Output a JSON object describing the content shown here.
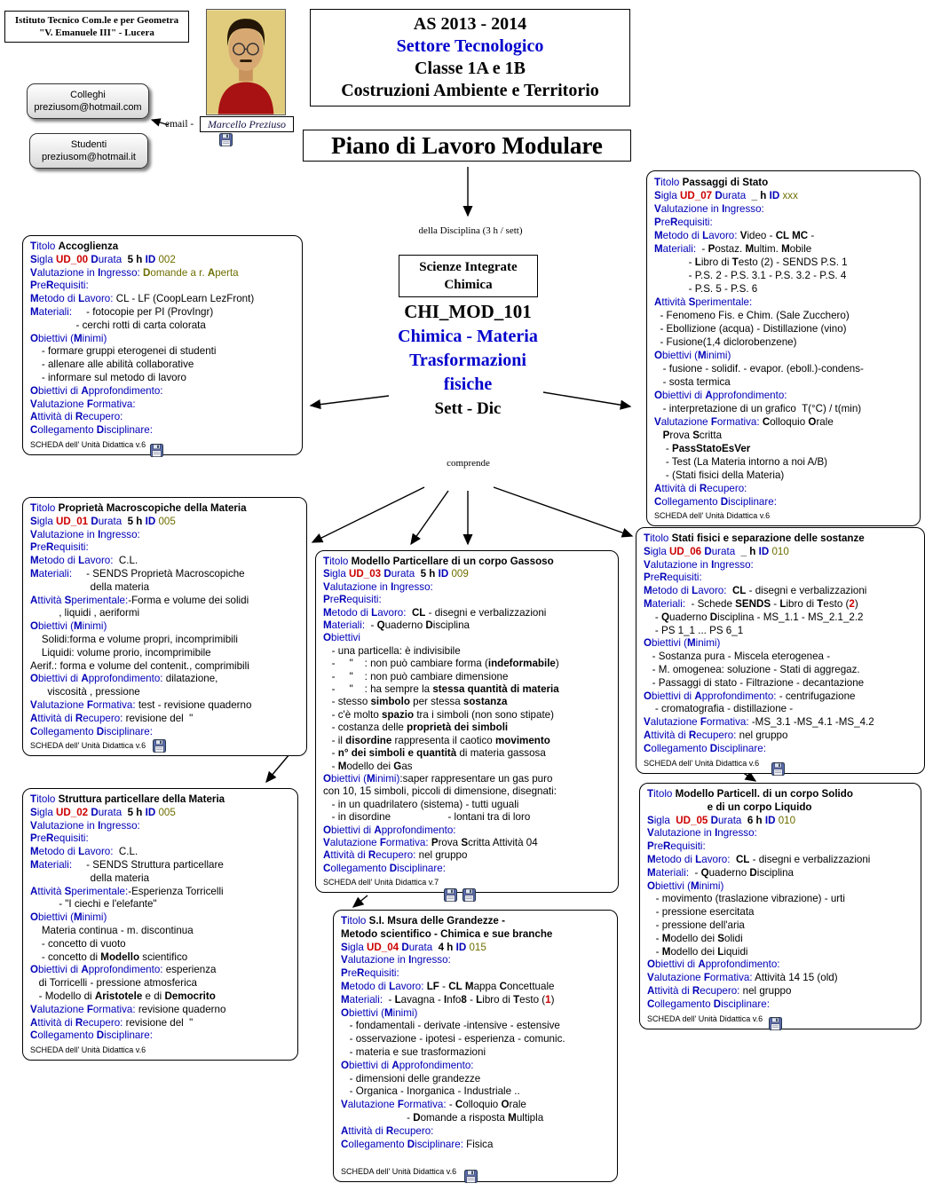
{
  "page": {
    "institute": {
      "line1": "Istituto Tecnico Com.le e per Geometra",
      "line2": "\"V. Emanuele III\" - Lucera"
    },
    "year_box": {
      "line1": "AS 2013 - 2014",
      "line2": "Settore Tecnologico",
      "line3": "Classe 1A e 1B",
      "line4": "Costruzioni Ambiente e Territorio"
    },
    "main_title": "Piano di Lavoro Modulare",
    "contacts": [
      {
        "label": "Colleghi",
        "email": "preziusom@hotmail.com"
      },
      {
        "label": "Studenti",
        "email": "preziusom@hotmail.it"
      }
    ],
    "email_label": "email -",
    "author": "Marcello Preziuso",
    "discipline_note": "della Disciplina (3 h / sett)",
    "subject_box": {
      "line1": "Scienze Integrate",
      "line2": "Chimica"
    },
    "module": {
      "code": "CHI_MOD_101",
      "line1": "Chimica - Materia",
      "line2": "Trasformazioni",
      "line3": "fisiche",
      "period": "Sett - Dic"
    },
    "comprende_label": "comprende"
  },
  "colors": {
    "accent_blue": "#0000cc",
    "keyword_blue": "#0000b8",
    "ud_red": "#cc0000",
    "id_olive": "#6e6e00"
  },
  "boxes": [
    {
      "key": "UD_00",
      "lines": [
        "[[k|Titolo]] [[b|Accoglienza]]",
        "[[k|Sigla]] [[r|UD_00]] [[k|Durata]]  [[b|5 h]] [[k|ID]] [[o|002]]",
        "[[k|Valutazione in Ingresso:]] [[o|Domande a r. Aperta]]",
        "[[k|PreRequisiti:]]",
        "[[k|Metodo di Lavoro:]] CL - LF (CoopLearn LezFront)",
        "[[k|Materiali:]]     - fotocopie per PI (ProvIngr)",
        "                - cerchi rotti di carta colorata",
        "[[k|Obiettivi (Minimi)]]",
        "    - formare gruppi eterogenei di studenti",
        "    - allenare alle abilità collaborative",
        "    - informare sul metodo di lavoro",
        "[[k|Obiettivi di Approfondimento:]]",
        "[[k|Valutazione Formativa:]]",
        "[[k|Attività di Recupero:]]",
        "[[k|Collegamento Disciplinare:]]"
      ],
      "footer": "SCHEDA dell' Unità Didattica v.6"
    },
    {
      "key": "UD_01",
      "lines": [
        "[[k|Titolo]] [[b|Proprietà Macroscopiche della Materia]]",
        "[[k|Sigla]] [[r|UD_01]] [[k|Durata]]  [[b|5 h]] [[k|ID]] [[o|005]]",
        "[[k|Valutazione in Ingresso:]]",
        "[[k|PreRequisiti:]]",
        "[[k|Metodo di Lavoro:]]  C.L.",
        "[[k|Materiali:]]     - SENDS Proprietà Macroscopiche",
        "                     della materia",
        "[[k|Attività Sperimentale:]]-Forma e volume dei solidi",
        "          , liquidi , aeriformi",
        "[[k|Obiettivi (Minimi)]]",
        "    Solidi:forma e volume propri, incomprimibili",
        "    Liquidi: volume prorio, incomprimibile",
        "Aerif.: forma e volume del contenit., comprimibili",
        "[[k|Obiettivi di Approfondimento:]] dilatazione,",
        "      viscosità , pressione",
        "[[k|Valutazione Formativa:]] test - revisione quaderno",
        "[[k|Attività di Recupero:]] revisione del  \"",
        "[[k|Collegamento Disciplinare:]]"
      ],
      "footer": "SCHEDA dell' Unità Didattica v.6"
    },
    {
      "key": "UD_02",
      "lines": [
        "[[k|Titolo]] [[b|Struttura particellare della Materia]]",
        "[[k|Sigla]] [[r|UD_02]] [[k|Durata]]  [[b|5 h]] [[k|ID]] [[o|005]]",
        "[[k|Valutazione in Ingresso:]]",
        "[[k|PreRequisiti:]]",
        "[[k|Metodo di Lavoro:]]  C.L.",
        "[[k|Materiali:]]     - SENDS Struttura particellare",
        "                     della materia",
        "[[k|Attività Sperimentale:]]-Esperienza Torricelli",
        "          - \"I ciechi e l'elefante\"",
        "[[k|Obiettivi (Minimi)]]",
        "    Materia continua - m. discontinua",
        "    - concetto di vuoto",
        "    - concetto di [[b|Modello]] scientifico",
        "[[k|Obiettivi di Approfondimento:]] esperienza",
        "   di Torricelli - pressione atmosferica",
        "   - Modello di [[b|Aristotele]] e di [[b|Democrito]]",
        "[[k|Valutazione Formativa:]] revisione quaderno",
        "[[k|Attività di Recupero:]] revisione del  \"",
        "[[k|Collegamento Disciplinare:]]"
      ],
      "footer": "SCHEDA dell' Unità Didattica v.6"
    },
    {
      "key": "UD_03",
      "lines": [
        "[[k|Titolo]] [[b|Modello Particellare di un corpo Gassoso]]",
        "[[k|Sigla]] [[r|UD_03]] [[k|Durata]]  [[b|5 h]] [[k|ID]] [[o|009]]",
        "[[k|Valutazione in Ingresso:]]",
        "[[k|PreRequisiti:]]",
        "[[k|Metodo di Lavoro:]]  [[b|CL]] - disegni e verbalizzazioni",
        "[[k|Materiali:]]  - [[c|Quaderno Disciplina]]",
        "[[k|Obiettivi]]",
        "   - una particella: è indivisibile",
        "   -     \"    : non può cambiare forma ([[b|indeformabile]])",
        "   -     \"    : non può cambiare dimensione",
        "   -     \"    : ha sempre la [[b|stessa quantità di materia]]",
        "   - stesso [[b|simbolo]] per stessa [[b|sostanza]]",
        "   - c'è molto [[b|spazio]] tra i simboli (non sono stipate)",
        "   - costanza delle [[b|proprietà dei simboli]]",
        "   - il [[b|disordine]] rappresenta il caotico [[b|movimento]]",
        "   - [[b|n° dei simboli e quantità]] di materia gassosa",
        "   - [[c|Modello dei Gas]]",
        "[[k|Obiettivi (Minimi)]]:saper rappresentare un gas puro",
        "con 10, 15 simboli, piccoli di dimensione, disegnati:",
        "   - in un quadrilatero (sistema) - tutti uguali",
        "   - in disordine                    - lontani tra di loro",
        "[[k|Obiettivi di Approfondimento:]]",
        "[[k|Valutazione Formativa:]] [[c|Prova Scritta]] Attività 04",
        "[[k|Attività di Recupero:]] nel gruppo",
        "[[k|Collegamento Disciplinare:]]"
      ],
      "footer": "SCHEDA dell' Unità Didattica v.7"
    },
    {
      "key": "UD_04",
      "lines": [
        "[[k|Titolo]] [[b|S.I. Msura delle Grandezze -]]",
        "[[b|Metodo scientifico - Chimica e sue branche]]",
        "[[k|Sigla]] [[r|UD_04]] [[k|Durata]]  [[b|4 h]] [[k|ID]] [[o|015]]",
        "[[k|Valutazione in Ingresso:]]",
        "[[k|PreRequisiti:]]",
        "[[k|Metodo di Lavoro:]] [[b|LF]] - [[b|CL]] [[c|Mappa Concettuale]]",
        "[[k|Materiali:]]  - [[c|Lavagna]] - [[c|Info]][[b|8]] - [[c|Libro di Testo]] ([[r|1]])",
        "[[k|Obiettivi (Minimi)]]",
        "   - fondamentali - derivate -intensive - estensive",
        "   - osservazione - ipotesi - esperienza - comunic.",
        "   - materia e sue trasformazioni",
        "[[k|Obiettivi di Approfondimento:]]",
        "   - dimensioni delle grandezze",
        "   - Organica - Inorganica - Industriale ..",
        "[[k|Valutazione Formativa:]] - [[c|Colloquio Orale]]",
        "                       - [[c|Domande a risposta Multipla]]",
        "[[k|Attività di Recupero:]]",
        "[[k|Collegamento Disciplinare:]] Fisica",
        ""
      ],
      "footer": "SCHEDA dell' Unità Didattica v.6"
    },
    {
      "key": "UD_05",
      "lines": [
        "[[k|Titolo]] [[b|Modello Particell. di un corpo Solido]]",
        "                     [[b|e di un corpo Liquido]]",
        "[[k|Sigla]]  [[r|UD_05]] [[k|Durata]]  [[b|6 h]] [[k|ID]] [[o|010]]",
        "[[k|Valutazione in Ingresso:]]",
        "[[k|PreRequisiti:]]",
        "[[k|Metodo di Lavoro:]]  [[b|CL]] - disegni e verbalizzazioni",
        "[[k|Materiali:]]  - [[c|Quaderno Disciplina]]",
        "[[k|Obiettivi (Minimi)]]",
        "   - movimento (traslazione vibrazione) - urti",
        "   - pressione esercitata",
        "   - pressione dell'aria",
        "   - [[c|Modello dei Solidi]]",
        "   - [[c|Modello dei Liquidi]]",
        "[[k|Obiettivi di Approfondimento:]]",
        "[[k|Valutazione Formativa:]] Attività 14 15 (old)",
        "[[k|Attività di Recupero:]] nel gruppo",
        "[[k|Collegamento Disciplinare:]]"
      ],
      "footer": "SCHEDA dell' Unità Didattica v.6"
    },
    {
      "key": "UD_06",
      "lines": [
        "[[k|Titolo]] [[b|Stati fisici e separazione delle sostanze]]",
        "[[k|Sigla]] [[r|UD_06]] [[k|Durata]]  [[b|_ h]] [[k|ID]] [[o|010]]",
        "[[k|Valutazione in Ingresso:]]",
        "[[k|PreRequisiti:]]",
        "[[k|Metodo di Lavoro:]]  [[b|CL]] - disegni e verbalizzazioni",
        "[[k|Materiali:]]  - Schede [[b|SENDS]] - [[c|Libro di Testo]] ([[r|2]])",
        "    - [[c|Quaderno Disciplina]] - MS_1.1 - MS_2.1_2.2",
        "    - PS 1_1 ... PS 6_1",
        "[[k|Obiettivi (Minimi)]]",
        "   - Sostanza pura - Miscela eterogenea -",
        "   - M. omogenea: soluzione - Stati di aggregaz.",
        "   - Passaggi di stato - Filtrazione - decantazione",
        "[[k|Obiettivi di Approfondimento:]] - centrifugazione",
        "    - cromatografia - distillazione -",
        "[[k|Valutazione Formativa:]] -MS_3.1 -MS_4.1 -MS_4.2",
        "[[k|Attività di Recupero:]] nel gruppo",
        "[[k|Collegamento Disciplinare:]]"
      ],
      "footer": "SCHEDA dell' Unità Didattica v.6"
    },
    {
      "key": "UD_07",
      "lines": [
        "[[k|Titolo]] [[b|Passaggi di Stato]]",
        "[[k|Sigla]] [[r|UD_07]] [[k|Durata]]  [[b|_ h]] [[k|ID]] [[o|xxx]]",
        "[[k|Valutazione in Ingresso:]]",
        "[[k|PreRequisiti:]]",
        "[[k|Metodo di Lavoro:]] [[c|Video]] - [[b|CL MC]] -",
        "[[k|Materiali:]]  - [[c|Postaz. Multim. Mobile]]",
        "            - [[c|Libro di Testo]] (2) - SENDS P.S. 1",
        "            - P.S. 2 - P.S. 3.1 - P.S. 3.2 - P.S. 4",
        "            - P.S. 5 - P.S. 6",
        "[[k|Attività Sperimentale:]]",
        "  - Fenomeno Fis. e Chim. (Sale Zucchero)",
        "  - Ebollizione (acqua) - Distillazione (vino)",
        "  - Fusione(1,4 diclorobenzene)",
        "[[k|Obiettivi (Minimi)]]",
        "   - fusione - solidif. - evapor. (eboll.)-condens-",
        "   - sosta termica",
        "[[k|Obiettivi di Approfondimento:]]",
        "   - interpretazione di un grafico  T(°C) / t(min)",
        "[[k|Valutazione Formativa:]] [[c|Colloquio Orale]]",
        "   [[c|Prova Scritta]]",
        "    - [[b|PassStatoEsVer]]",
        "    - Test (La Materia intorno a noi A/B)",
        "    - (Stati fisici della Materia)",
        "[[k|Attività di Recupero:]]",
        "[[k|Collegamento Disciplinare:]]"
      ],
      "footer": "SCHEDA dell' Unità Didattica v.6"
    }
  ]
}
